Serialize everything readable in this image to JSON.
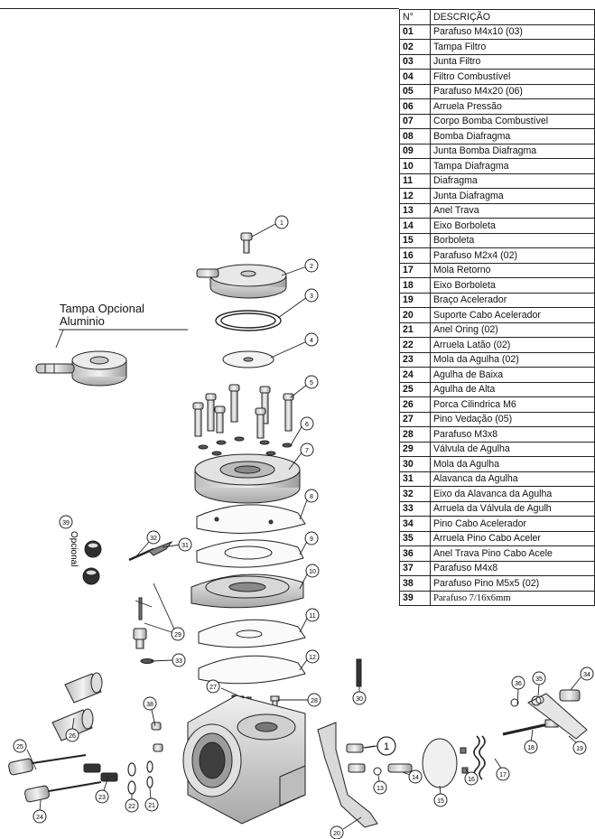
{
  "parts_table": {
    "header_num": "N°",
    "header_desc": "DESCRIÇÃO",
    "rows": [
      {
        "num": "01",
        "desc": "Parafuso M4x10 (03)"
      },
      {
        "num": "02",
        "desc": "Tampa Filtro"
      },
      {
        "num": "03",
        "desc": "Junta Filtro"
      },
      {
        "num": "04",
        "desc": "Filtro Combustível"
      },
      {
        "num": "05",
        "desc": "Parafuso M4x20 (06)"
      },
      {
        "num": "06",
        "desc": "Arruela Pressão"
      },
      {
        "num": "07",
        "desc": "Corpo Bomba Combustível"
      },
      {
        "num": "08",
        "desc": "Bomba Diafragma"
      },
      {
        "num": "09",
        "desc": "Junta Bomba Diafragma"
      },
      {
        "num": "10",
        "desc": "Tampa Diafragma"
      },
      {
        "num": "11",
        "desc": "Diafragma"
      },
      {
        "num": "12",
        "desc": "Junta Diafragma"
      },
      {
        "num": "13",
        "desc": "Anel Trava"
      },
      {
        "num": "14",
        "desc": "Eixo Borboleta"
      },
      {
        "num": "15",
        "desc": "Borboleta"
      },
      {
        "num": "16",
        "desc": "Parafuso M2x4 (02)"
      },
      {
        "num": "17",
        "desc": "Mola Retorno"
      },
      {
        "num": "18",
        "desc": "Eixo Borboleta"
      },
      {
        "num": "19",
        "desc": "Braço Acelerador"
      },
      {
        "num": "20",
        "desc": "Suporte Cabo Acelerador"
      },
      {
        "num": "21",
        "desc": "Anel Oring (02)"
      },
      {
        "num": "22",
        "desc": "Arruela Latão (02)"
      },
      {
        "num": "23",
        "desc": "Mola da Agulha (02)"
      },
      {
        "num": "24",
        "desc": "Agulha de Baixa"
      },
      {
        "num": "25",
        "desc": "Agulha de Alta"
      },
      {
        "num": "26",
        "desc": "Porca Cilindrica M6"
      },
      {
        "num": "27",
        "desc": "Pino Vedação (05)"
      },
      {
        "num": "28",
        "desc": "Parafuso M3x8"
      },
      {
        "num": "29",
        "desc": "Válvula de Agulha"
      },
      {
        "num": "30",
        "desc": "Mola da Agulha"
      },
      {
        "num": "31",
        "desc": "Alavanca da Agulha"
      },
      {
        "num": "32",
        "desc": "Eixo da Alavanca da Agulha"
      },
      {
        "num": "33",
        "desc": "Arruela da Válvula de Agulh"
      },
      {
        "num": "34",
        "desc": "Pino Cabo Acelerador"
      },
      {
        "num": "35",
        "desc": "Arruela Pino Cabo Aceler"
      },
      {
        "num": "36",
        "desc": "Anel Trava Pino Cabo Acele"
      },
      {
        "num": "37",
        "desc": "Parafuso M4x8"
      },
      {
        "num": "38",
        "desc": "Parafuso Pino M5x5 (02)"
      },
      {
        "num": "39",
        "desc": "Parafuso 7/16x6mm"
      }
    ]
  },
  "annotations": {
    "optional_cover_line1": "Tampa Opcional",
    "optional_cover_line2": "Aluminio",
    "optional_vertical": "Opcional"
  },
  "callouts": [
    "1",
    "2",
    "3",
    "4",
    "5",
    "6",
    "7",
    "8",
    "9",
    "10",
    "11",
    "12",
    "13",
    "14",
    "15",
    "16",
    "17",
    "18",
    "19",
    "20",
    "21",
    "22",
    "23",
    "24",
    "25",
    "26",
    "27",
    "28",
    "29",
    "30",
    "31",
    "32",
    "33",
    "34",
    "35",
    "36",
    "38",
    "39"
  ],
  "colors": {
    "line": "#222222",
    "part_fill": "#e6e6e6",
    "part_dark": "#3a3a3a"
  }
}
